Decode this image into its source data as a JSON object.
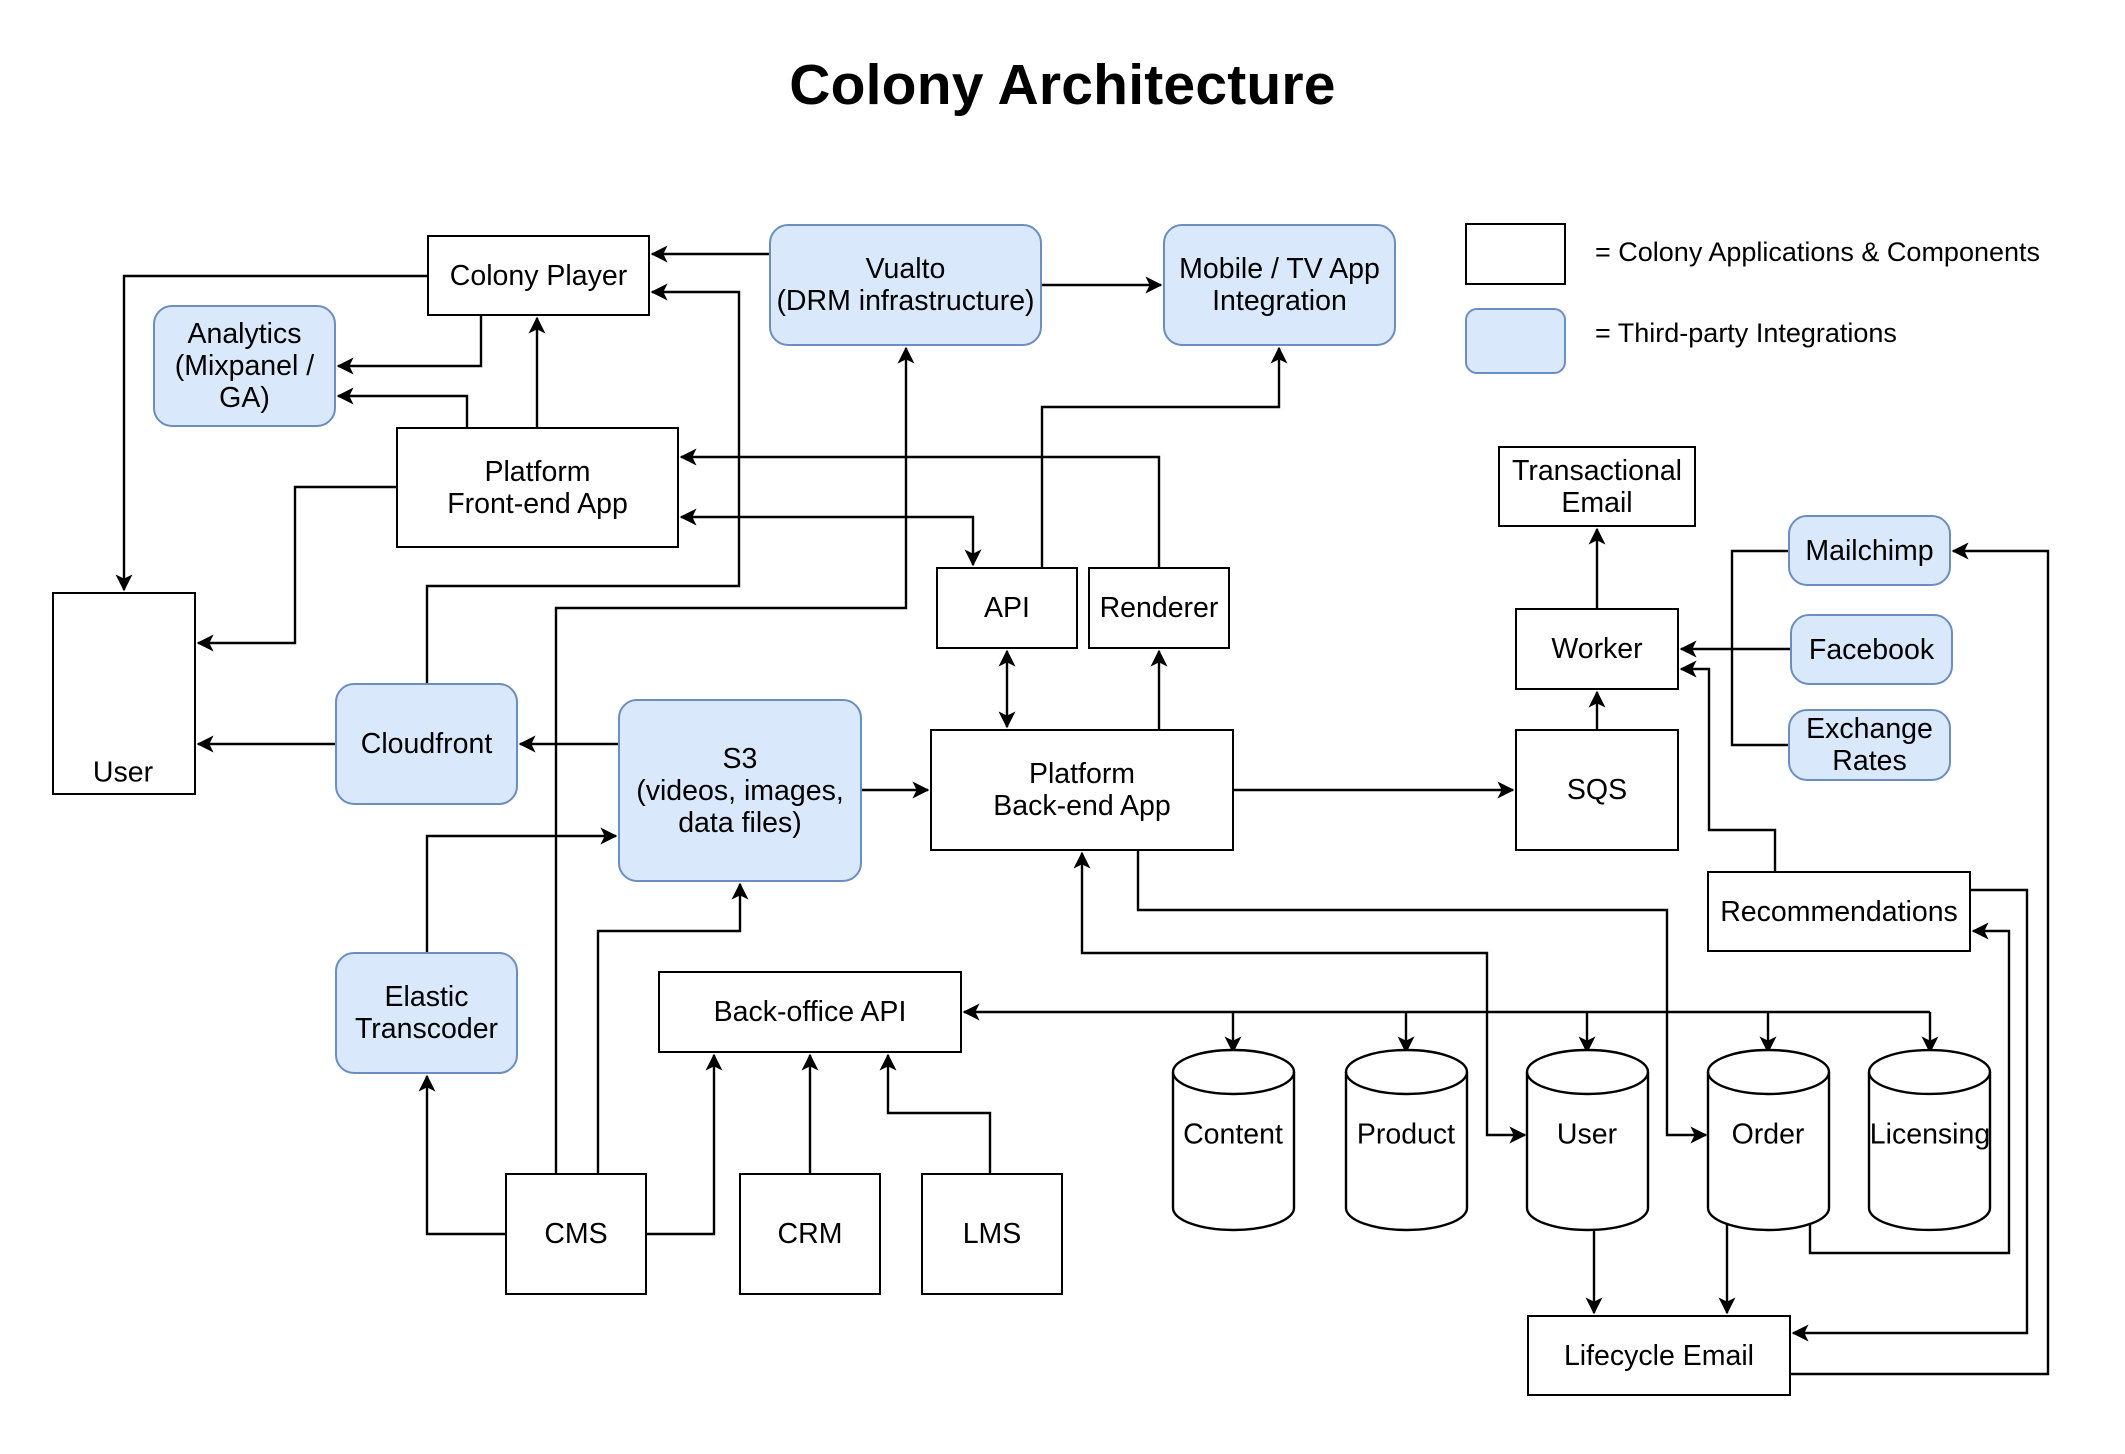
{
  "title": "Colony Architecture",
  "legend": {
    "apps_label": "= Colony Applications & Components",
    "third_party_label": "= Third-party Integrations",
    "colors": {
      "app_fill": "#ffffff",
      "third_party_fill": "#dae8fc",
      "third_party_stroke": "#6c8ebf"
    }
  },
  "nodes": {
    "colony_player": "Colony Player",
    "vualto": "Vualto\n(DRM infrastructure)",
    "mobile_tv": "Mobile / TV App\nIntegration",
    "analytics": "Analytics\n(Mixpanel /\nGA)",
    "platform_frontend": "Platform\nFront-end App",
    "api": "API",
    "renderer": "Renderer",
    "transactional_email": "Transactional\nEmail",
    "mailchimp": "Mailchimp",
    "worker": "Worker",
    "facebook": "Facebook",
    "exchange_rates": "Exchange\nRates",
    "user_actor": "User",
    "cloudfront": "Cloudfront",
    "s3": "S3\n(videos, images,\ndata files)",
    "platform_backend": "Platform\nBack-end App",
    "sqs": "SQS",
    "recommendations": "Recommendations",
    "elastic_transcoder": "Elastic\nTranscoder",
    "backoffice_api": "Back-office API",
    "cms": "CMS",
    "crm": "CRM",
    "lms": "LMS",
    "lifecycle_email": "Lifecycle Email"
  },
  "databases": {
    "content": "Content",
    "product": "Product",
    "user": "User",
    "order": "Order",
    "licensing": "Licensing"
  }
}
